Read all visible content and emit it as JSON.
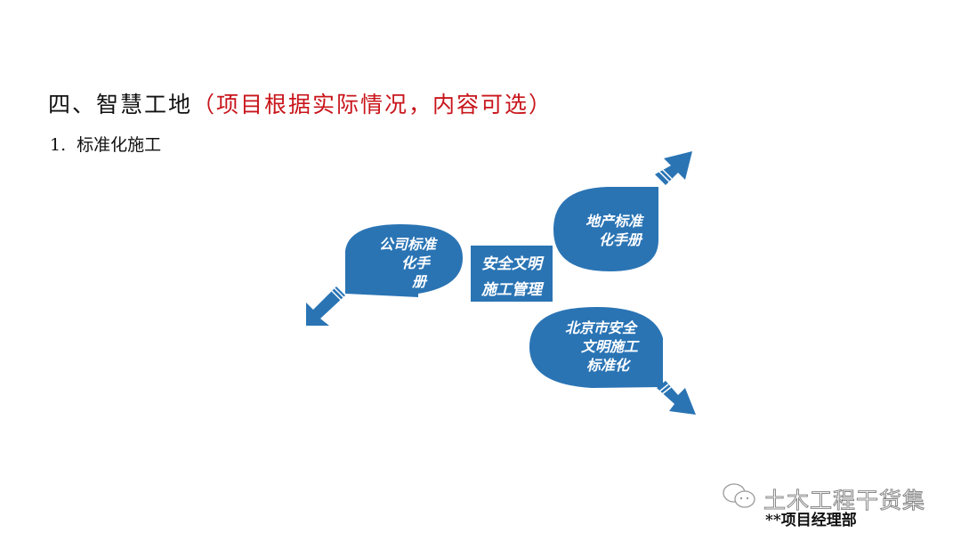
{
  "heading": {
    "prefix": "四、智慧工地",
    "note": "（项目根据实际情况，内容可选）"
  },
  "subheading": {
    "number": "1.",
    "text": "标准化施工"
  },
  "diagram": {
    "center": {
      "line1": "安全文明",
      "line2": "施工管理"
    },
    "nodes": [
      {
        "id": "company",
        "lines": [
          "公司标准",
          "化手",
          "册"
        ],
        "arrow": "down-left"
      },
      {
        "id": "realestate",
        "lines": [
          "地产标准",
          "化手册"
        ],
        "arrow": "up-right"
      },
      {
        "id": "beijing",
        "lines": [
          "北京市安全",
          "文明施工",
          "标准化"
        ],
        "arrow": "down-right"
      }
    ],
    "colors": {
      "fill": "#2a74b4",
      "text": "#ffffff"
    }
  },
  "footer": {
    "watermark": "土木工程干货集",
    "department": "**项目经理部"
  }
}
